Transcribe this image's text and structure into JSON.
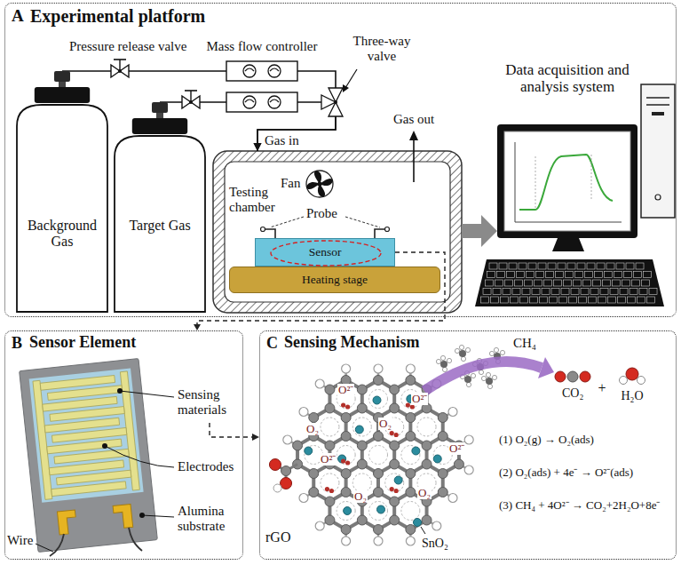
{
  "diagram": {
    "nodes": [
      {
        "text": [
          "A",
          "Experimental platform"
        ]
      },
      {
        "text": [
          "Background Gas"
        ],
        "in": 0
      },
      {
        "text": [
          "Target Gas"
        ],
        "in": 0
      },
      {
        "text": [
          "Testing chamber"
        ],
        "in": 0
      },
      {
        "text": [
          "Sensor"
        ],
        "in": 3
      },
      {
        "text": [
          "Heating stage"
        ],
        "in": 3
      },
      {
        "text": [
          "Data acquisition and analysis system"
        ],
        "in": 0
      },
      {
        "text": [
          "B",
          "Sensor Element"
        ]
      },
      {
        "text": [
          "C",
          "Sensing Mechanism"
        ]
      }
    ],
    "edges": [
      {
        "from": 1,
        "to": 3,
        "arrow": "to"
      },
      {
        "from": 2,
        "to": 3,
        "arrow": "to"
      },
      {
        "from": 3,
        "to": 6,
        "arrow": "to"
      },
      {
        "from": 4,
        "to": 7,
        "arrow": "to"
      },
      {
        "from": 7,
        "to": 8,
        "arrow": "to"
      }
    ],
    "labels": [
      "Pressure release valve",
      "Mass flow controller",
      "Three-way valve",
      "Gas in",
      "Gas out",
      "Fan",
      "Probe",
      "Sensing materials",
      "Electrodes",
      "Alumina substrate",
      "Wire",
      "CH₄",
      "CO₂",
      "+",
      "H₂O",
      "O²⁻",
      "O²⁻",
      "O₂",
      "O₂",
      "O²⁻",
      "O²⁻",
      "O₂",
      "O₂",
      "(1) O₂(g) → O₂(ads)",
      "(2) O₂(ads) + 4e⁻ → O²⁻(ads)",
      "(3) CH₄ + 4O²⁻ → CO₂+2H₂O+8e⁻",
      "rGO",
      "SnO₂"
    ]
  }
}
